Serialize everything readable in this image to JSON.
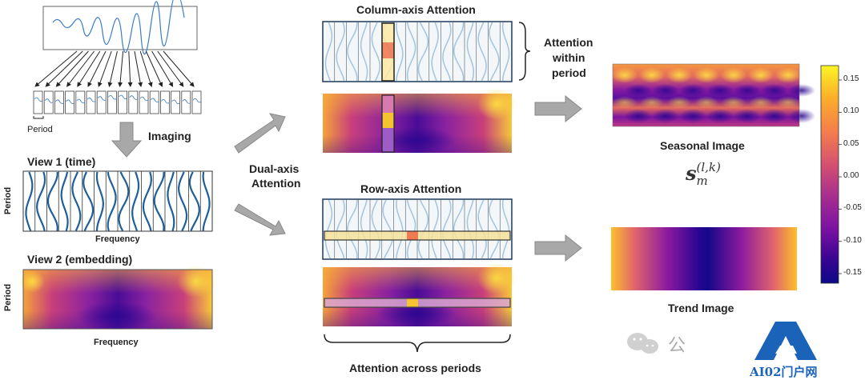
{
  "labels": {
    "period": "Period",
    "imaging": "Imaging",
    "view1": "View 1 (time)",
    "view2": "View 2 (embedding)",
    "period_axis": "Period",
    "frequency": "Frequency",
    "dual_axis_line1": "Dual-axis",
    "dual_axis_line2": "Attention",
    "column_attention": "Column-axis Attention",
    "within_line1": "Attention",
    "within_line2": "within",
    "within_line3": "period",
    "row_attention": "Row-axis Attention",
    "across_periods": "Attention across periods",
    "seasonal": "Seasonal Image",
    "trend": "Trend Image",
    "formula_main": "s",
    "formula_sup": "(l,k)",
    "formula_sub": "m",
    "watermark_text": "公"
  },
  "colorbar": {
    "ticks": [
      "0.15",
      "0.10",
      "0.05",
      "0.00",
      "-0.05",
      "-0.10",
      "-0.15"
    ],
    "stops": [
      "#fcf524",
      "#fcad2a",
      "#f47f4b",
      "#d5526f",
      "#a72e8f",
      "#7b11a3",
      "#3d0592",
      "#0d0887"
    ]
  },
  "logo": {
    "text": "AI02门户网",
    "color": "#1b63b8"
  }
}
